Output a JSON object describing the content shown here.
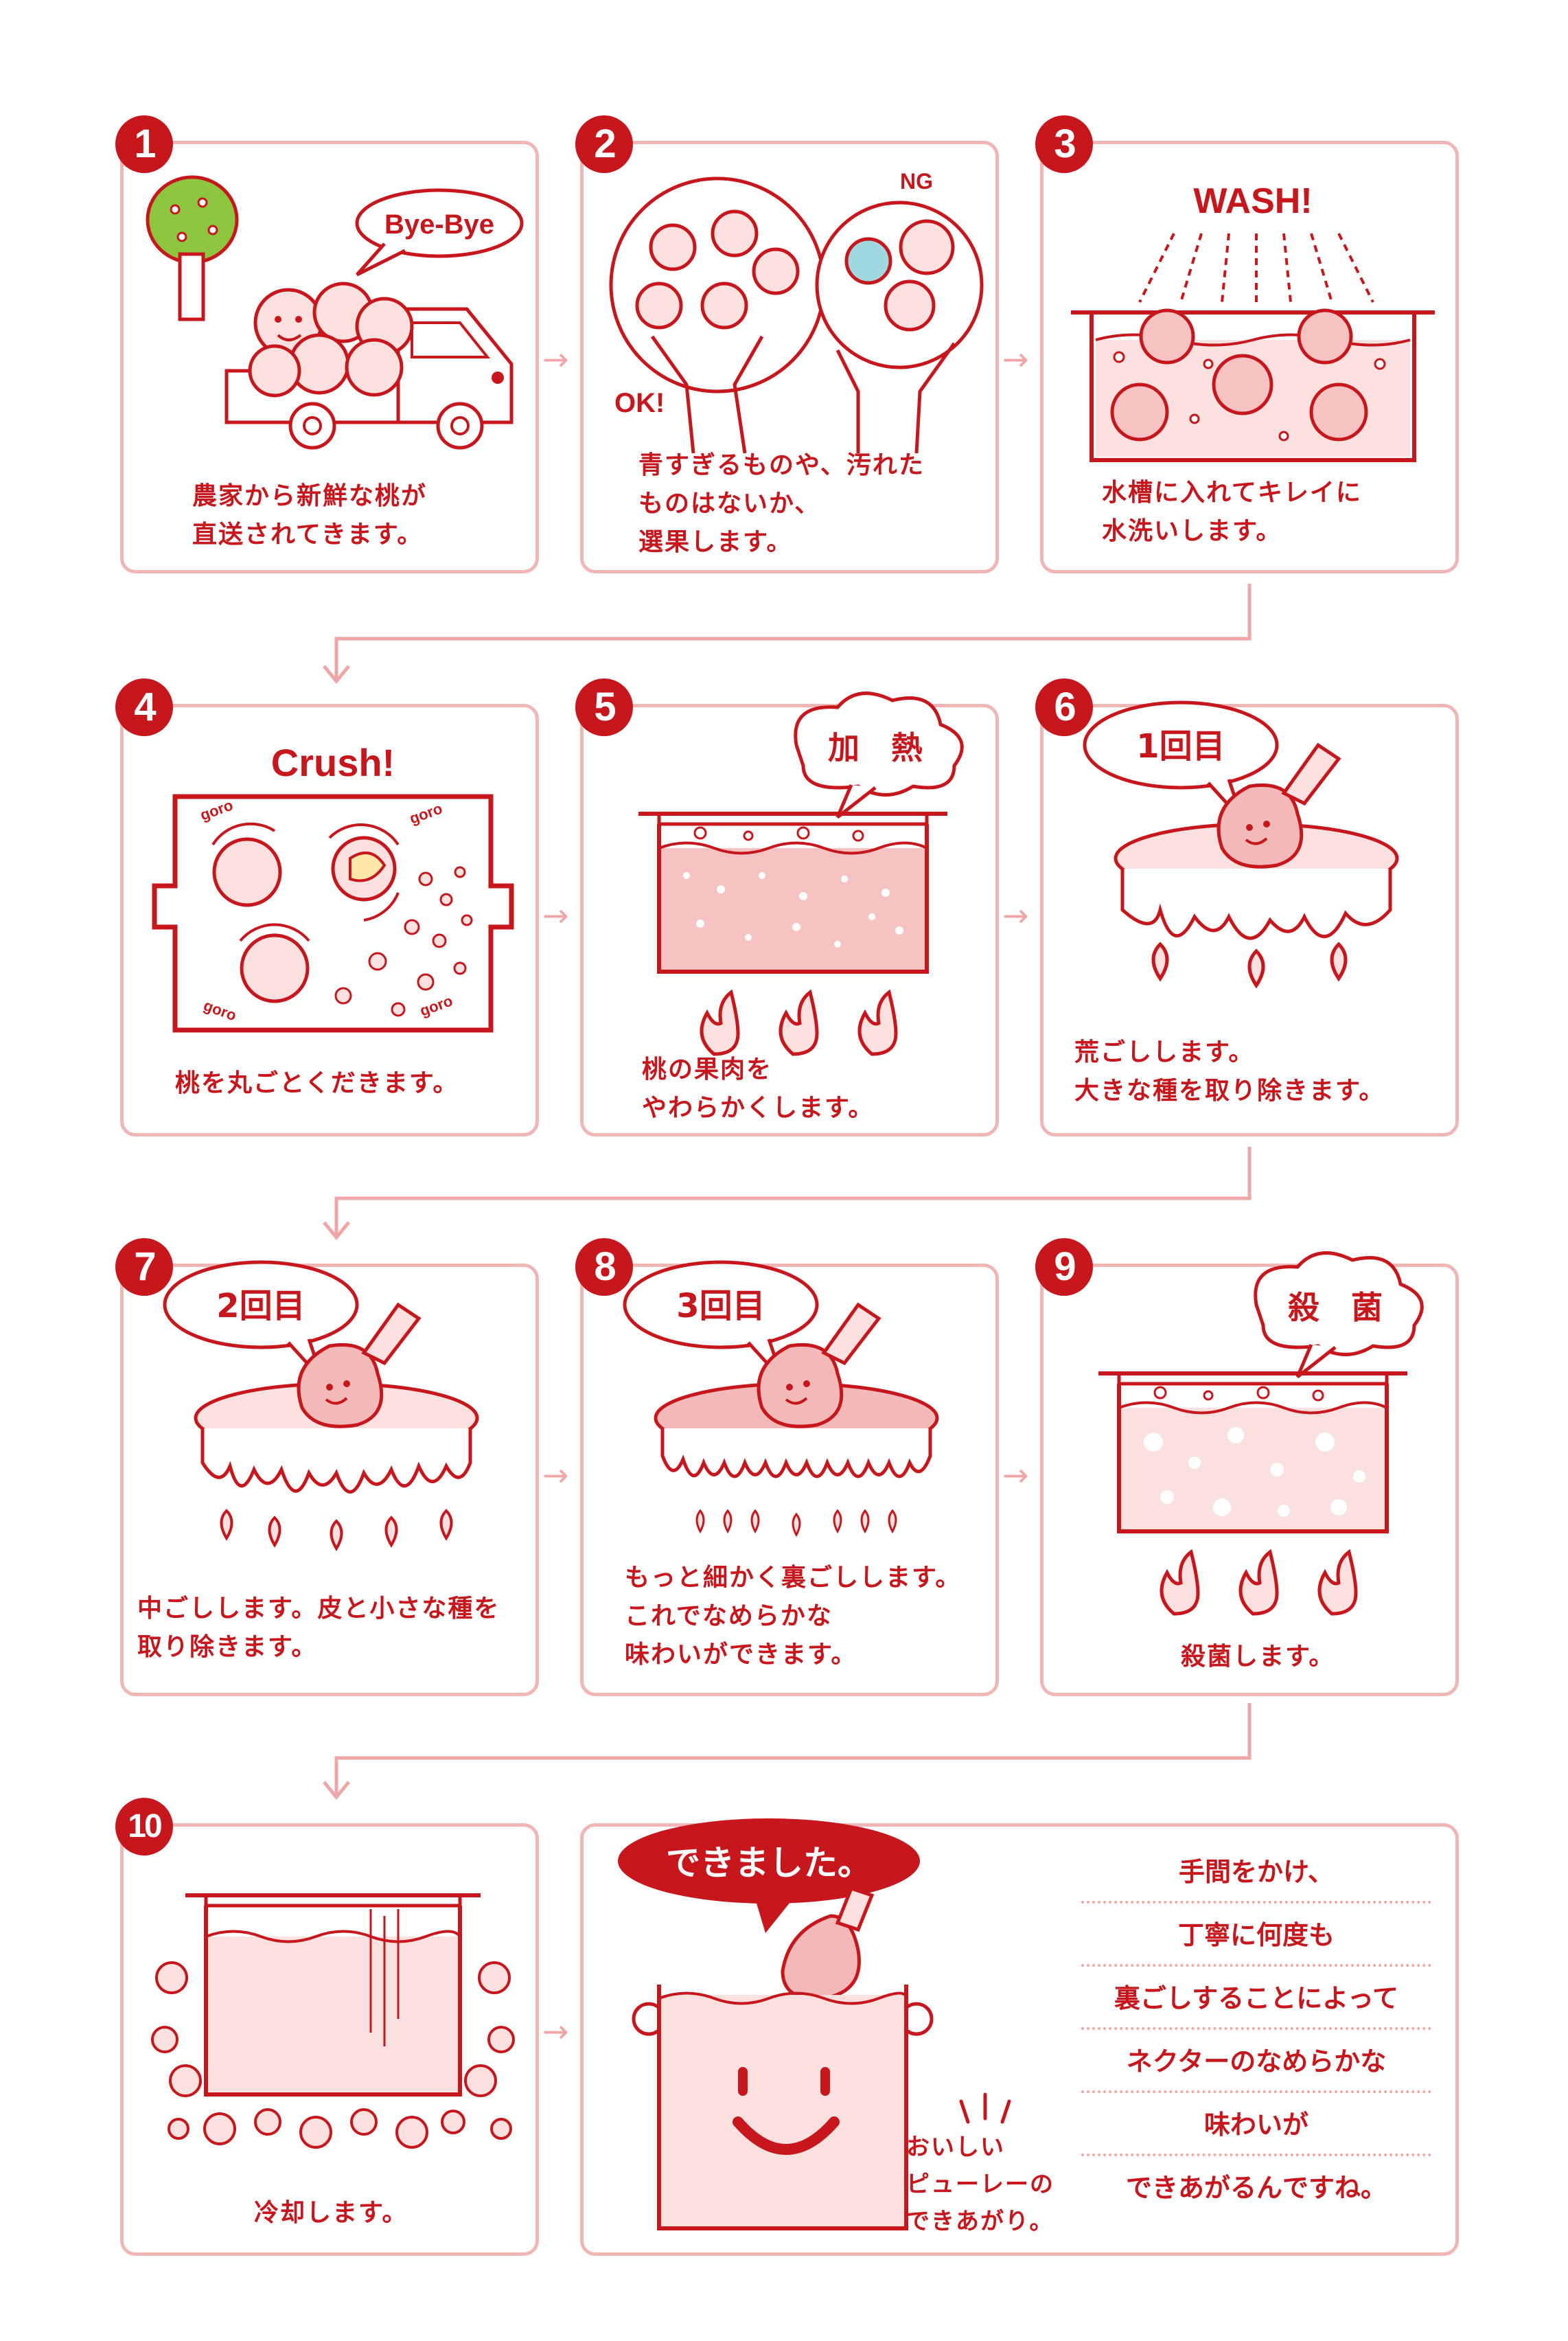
{
  "colors": {
    "red": "#c8161d",
    "pink_border": "#f0b6b6",
    "pink_fill": "#fbe0e0",
    "arrow": "#f0a6a6",
    "tree_green": "#8cc63f",
    "blue_peach": "#9fd9e0"
  },
  "steps": [
    {
      "num": "1",
      "caption": "農家から新鮮な桃が\n直送されてきます。",
      "bubble": "Bye-Bye"
    },
    {
      "num": "2",
      "caption": "青すぎるものや、汚れた\nものはないか、\n選果します。",
      "label_ok": "OK!",
      "label_ng": "NG"
    },
    {
      "num": "3",
      "caption": "水槽に入れてキレイに\n水洗いします。",
      "title": "WASH!"
    },
    {
      "num": "4",
      "caption": "桃を丸ごとくだきます。",
      "title": "Crush!",
      "sound": "goro"
    },
    {
      "num": "5",
      "caption": "桃の果肉を\nやわらかくします。",
      "bubble": "加　熱"
    },
    {
      "num": "6",
      "caption": "荒ごしします。\n大きな種を取り除きます。",
      "bubble": "1回目"
    },
    {
      "num": "7",
      "caption": "中ごしします。皮と小さな種を\n取り除きます。",
      "bubble": "2回目"
    },
    {
      "num": "8",
      "caption": "もっと細かく裏ごしします。\nこれでなめらかな\n味わいができます。",
      "bubble": "3回目"
    },
    {
      "num": "9",
      "caption": "殺菌します。",
      "bubble": "殺　菌"
    },
    {
      "num": "10",
      "caption": "冷却します。"
    }
  ],
  "final": {
    "bubble": "できました。",
    "puree_text": "おいしい\nピューレーの\nできあがり。",
    "lines": [
      "手間をかけ、",
      "丁寧に何度も",
      "裏ごしすることによって",
      "ネクターのなめらかな",
      "味わいが",
      "できあがるんですね。"
    ]
  },
  "icons": [
    "right-arrow-icon",
    "down-arrow-icon",
    "flame-icon",
    "peach-icon",
    "pot-icon",
    "sieve-icon",
    "hand-icon",
    "truck-icon",
    "tree-icon"
  ]
}
